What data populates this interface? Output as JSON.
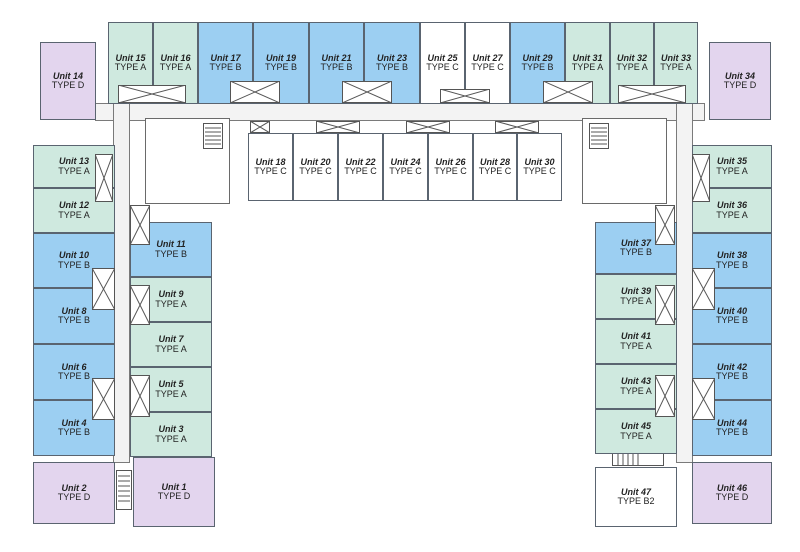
{
  "colors": {
    "type_a": "#cfe9df",
    "type_b": "#9ccff2",
    "type_c": "#ffffff",
    "type_d": "#e3d5ee",
    "type_b2": "#ffffff",
    "outline": "#5a6470",
    "corridor": "#f3f3f3"
  },
  "units": [
    {
      "id": "u15",
      "unit": "Unit 15",
      "type": "TYPE A",
      "cls": "A"
    },
    {
      "id": "u16",
      "unit": "Unit 16",
      "type": "TYPE A",
      "cls": "A"
    },
    {
      "id": "u17",
      "unit": "Unit 17",
      "type": "TYPE B",
      "cls": "B"
    },
    {
      "id": "u19",
      "unit": "Unit 19",
      "type": "TYPE B",
      "cls": "B"
    },
    {
      "id": "u21",
      "unit": "Unit 21",
      "type": "TYPE B",
      "cls": "B"
    },
    {
      "id": "u23",
      "unit": "Unit 23",
      "type": "TYPE B",
      "cls": "B"
    },
    {
      "id": "u25",
      "unit": "Unit 25",
      "type": "TYPE C",
      "cls": "C"
    },
    {
      "id": "u27",
      "unit": "Unit 27",
      "type": "TYPE C",
      "cls": "C"
    },
    {
      "id": "u29",
      "unit": "Unit 29",
      "type": "TYPE B",
      "cls": "B"
    },
    {
      "id": "u31",
      "unit": "Unit 31",
      "type": "TYPE A",
      "cls": "A"
    },
    {
      "id": "u32",
      "unit": "Unit 32",
      "type": "TYPE A",
      "cls": "A"
    },
    {
      "id": "u33",
      "unit": "Unit 33",
      "type": "TYPE A",
      "cls": "A"
    },
    {
      "id": "u14",
      "unit": "Unit 14",
      "type": "TYPE D",
      "cls": "D"
    },
    {
      "id": "u34",
      "unit": "Unit 34",
      "type": "TYPE D",
      "cls": "D"
    },
    {
      "id": "u18",
      "unit": "Unit 18",
      "type": "TYPE C",
      "cls": "C"
    },
    {
      "id": "u20",
      "unit": "Unit 20",
      "type": "TYPE C",
      "cls": "C"
    },
    {
      "id": "u22",
      "unit": "Unit 22",
      "type": "TYPE C",
      "cls": "C"
    },
    {
      "id": "u24",
      "unit": "Unit 24",
      "type": "TYPE C",
      "cls": "C"
    },
    {
      "id": "u26",
      "unit": "Unit 26",
      "type": "TYPE C",
      "cls": "C"
    },
    {
      "id": "u28",
      "unit": "Unit 28",
      "type": "TYPE C",
      "cls": "C"
    },
    {
      "id": "u30",
      "unit": "Unit 30",
      "type": "TYPE C",
      "cls": "C"
    },
    {
      "id": "u13",
      "unit": "Unit 13",
      "type": "TYPE A",
      "cls": "A"
    },
    {
      "id": "u12",
      "unit": "Unit 12",
      "type": "TYPE A",
      "cls": "A"
    },
    {
      "id": "u10",
      "unit": "Unit 10",
      "type": "TYPE B",
      "cls": "B"
    },
    {
      "id": "u8",
      "unit": "Unit 8",
      "type": "TYPE B",
      "cls": "B"
    },
    {
      "id": "u6",
      "unit": "Unit 6",
      "type": "TYPE B",
      "cls": "B"
    },
    {
      "id": "u4",
      "unit": "Unit 4",
      "type": "TYPE B",
      "cls": "B"
    },
    {
      "id": "u11",
      "unit": "Unit 11",
      "type": "TYPE B",
      "cls": "B"
    },
    {
      "id": "u9",
      "unit": "Unit 9",
      "type": "TYPE A",
      "cls": "A"
    },
    {
      "id": "u7",
      "unit": "Unit 7",
      "type": "TYPE A",
      "cls": "A"
    },
    {
      "id": "u5",
      "unit": "Unit 5",
      "type": "TYPE A",
      "cls": "A"
    },
    {
      "id": "u3",
      "unit": "Unit 3",
      "type": "TYPE A",
      "cls": "A"
    },
    {
      "id": "u2",
      "unit": "Unit 2",
      "type": "TYPE D",
      "cls": "D"
    },
    {
      "id": "u1",
      "unit": "Unit 1",
      "type": "TYPE D",
      "cls": "D"
    },
    {
      "id": "u37",
      "unit": "Unit 37",
      "type": "TYPE B",
      "cls": "B"
    },
    {
      "id": "u39",
      "unit": "Unit 39",
      "type": "TYPE A",
      "cls": "A"
    },
    {
      "id": "u41",
      "unit": "Unit 41",
      "type": "TYPE A",
      "cls": "A"
    },
    {
      "id": "u43",
      "unit": "Unit 43",
      "type": "TYPE A",
      "cls": "A"
    },
    {
      "id": "u45",
      "unit": "Unit 45",
      "type": "TYPE A",
      "cls": "A"
    },
    {
      "id": "u35",
      "unit": "Unit 35",
      "type": "TYPE A",
      "cls": "A"
    },
    {
      "id": "u36",
      "unit": "Unit 36",
      "type": "TYPE A",
      "cls": "A"
    },
    {
      "id": "u38",
      "unit": "Unit 38",
      "type": "TYPE B",
      "cls": "B"
    },
    {
      "id": "u40",
      "unit": "Unit 40",
      "type": "TYPE B",
      "cls": "B"
    },
    {
      "id": "u42",
      "unit": "Unit 42",
      "type": "TYPE B",
      "cls": "B"
    },
    {
      "id": "u44",
      "unit": "Unit 44",
      "type": "TYPE B",
      "cls": "B"
    },
    {
      "id": "u46",
      "unit": "Unit 46",
      "type": "TYPE D",
      "cls": "D"
    },
    {
      "id": "u47",
      "unit": "Unit 47",
      "type": "TYPE B2",
      "cls": "B2"
    }
  ]
}
